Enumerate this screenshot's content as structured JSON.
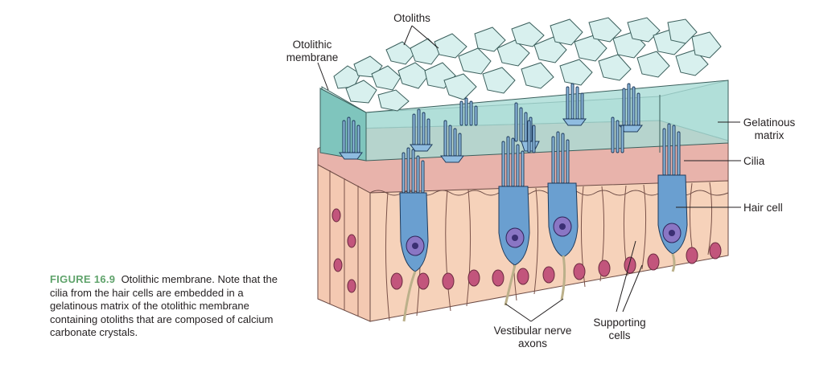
{
  "figure": {
    "number": "FIGURE 16.9",
    "caption_text": "Otolithic membrane. Note that the cilia from the hair cells are embedded in a gelatinous matrix of the otolithic membrane containing otoliths that are composed of calcium carbonate crystals."
  },
  "labels": {
    "otoliths": "Otoliths",
    "otolithic_membrane_line1": "Otolithic",
    "otolithic_membrane_line2": "membrane",
    "gelatinous_matrix_line1": "Gelatinous",
    "gelatinous_matrix_line2": "matrix",
    "cilia": "Cilia",
    "hair_cell": "Hair cell",
    "vestibular_nerve_axons_line1": "Vestibular nerve",
    "vestibular_nerve_axons_line2": "axons",
    "supporting_cells_line1": "Supporting",
    "supporting_cells_line2": "cells"
  },
  "colors": {
    "gel": "#a9dcd6",
    "gel_front": "#7fc5bd",
    "crystal": "#d8f0ee",
    "crystal_stroke": "#3b5f5c",
    "hair_cell": "#6a9fd0",
    "nucleus": "#8a76c4",
    "tissue": "#f3cdb0",
    "tissue_pink": "#e8a9a4",
    "support_nucleus": "#c2557c",
    "caption_accent": "#5fa36b"
  }
}
